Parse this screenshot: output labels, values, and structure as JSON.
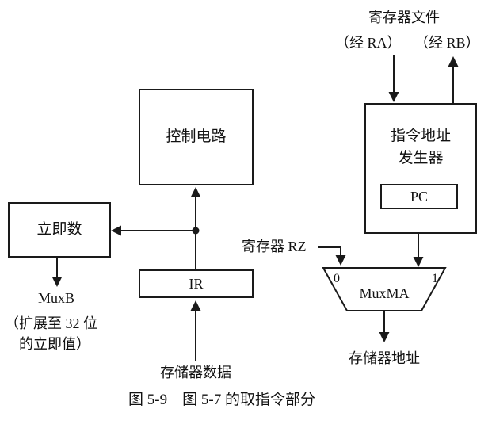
{
  "figure": {
    "caption": "图 5-9　图 5-7 的取指令部分"
  },
  "blocks": {
    "control_circuit": "控制电路",
    "ir": "IR",
    "immediate": "立即数",
    "addr_generator_line1": "指令地址",
    "addr_generator_line2": "发生器",
    "pc": "PC",
    "mux_ma": "MuxMA",
    "mux_input_0": "0",
    "mux_input_1": "1"
  },
  "labels": {
    "register_file": "寄存器文件",
    "via_ra": "（经 RA）",
    "via_rb": "（经 RB）",
    "register_rz": "寄存器 RZ",
    "mux_b": "MuxB",
    "extended_note_line1": "（扩展至 32 位",
    "extended_note_line2": "的立即值）",
    "memory_data": "存储器数据",
    "memory_address": "存储器地址"
  },
  "colors": {
    "line": "#1a1a1a",
    "background": "#ffffff",
    "text": "#111111"
  }
}
